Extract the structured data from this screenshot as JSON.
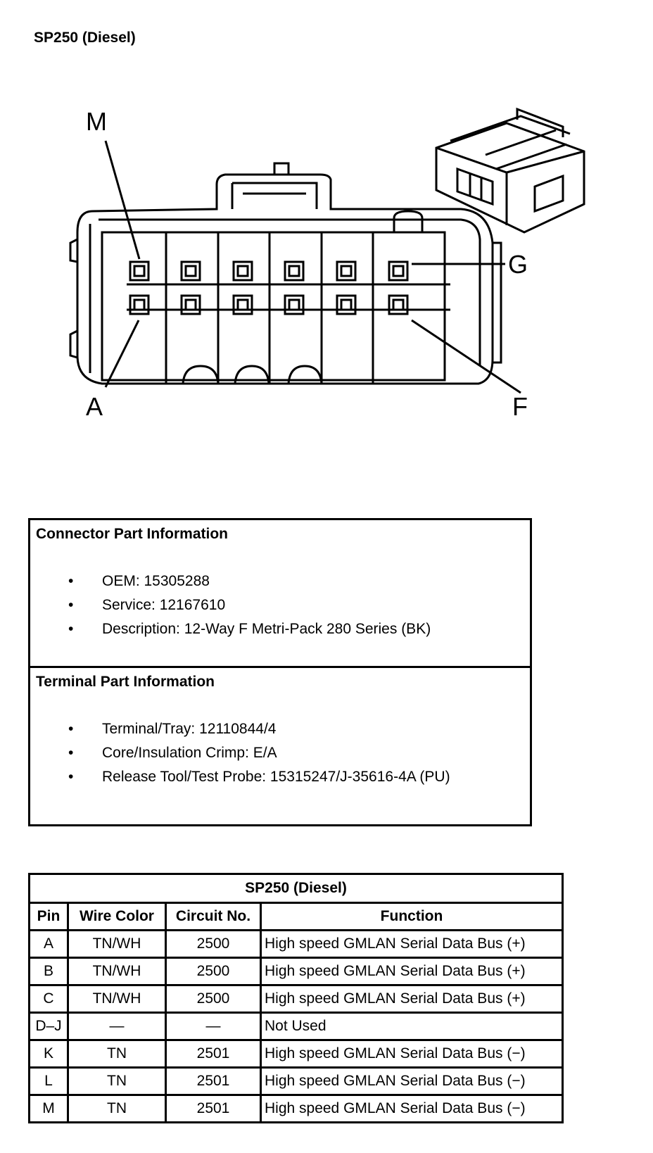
{
  "title": "SP250 (Diesel)",
  "diagram": {
    "callouts": [
      "M",
      "G",
      "A",
      "F"
    ]
  },
  "connector_info": {
    "heading": "Connector Part Information",
    "items": [
      "OEM: 15305288",
      "Service: 12167610",
      "Description: 12-Way F Metri-Pack 280 Series (BK)"
    ]
  },
  "terminal_info": {
    "heading": "Terminal Part Information",
    "items": [
      "Terminal/Tray: 12110844/4",
      "Core/Insulation Crimp: E/A",
      "Release Tool/Test Probe: 15315247/J-35616-4A (PU)"
    ]
  },
  "table": {
    "caption": "SP250 (Diesel)",
    "headers": [
      "Pin",
      "Wire Color",
      "Circuit No.",
      "Function"
    ],
    "rows": [
      [
        "A",
        "TN/WH",
        "2500",
        "High speed GMLAN Serial Data Bus (+)"
      ],
      [
        "B",
        "TN/WH",
        "2500",
        "High speed GMLAN Serial Data Bus (+)"
      ],
      [
        "C",
        "TN/WH",
        "2500",
        "High speed GMLAN Serial Data Bus (+)"
      ],
      [
        "D–J",
        "—",
        "—",
        "Not Used"
      ],
      [
        "K",
        "TN",
        "2501",
        "High speed GMLAN Serial Data Bus (−)"
      ],
      [
        "L",
        "TN",
        "2501",
        "High speed GMLAN Serial Data Bus (−)"
      ],
      [
        "M",
        "TN",
        "2501",
        "High speed GMLAN Serial Data Bus (−)"
      ]
    ]
  }
}
